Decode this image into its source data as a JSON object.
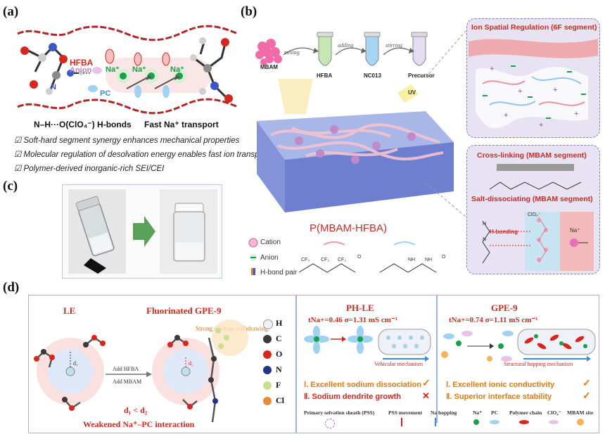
{
  "panels": {
    "a": {
      "label": "(a)",
      "labels": {
        "hfba": "HFBA",
        "anion": "Anion",
        "na1": "Na⁺",
        "na2": "Na⁺",
        "na3": "Na⁺",
        "pc": "PC",
        "n": "N",
        "hbond": "N–H···O(ClO₄⁻) H-bonds",
        "fast": "Fast Na⁺ transport"
      },
      "bullets": [
        "Soft-hard segment synergy enhances mechanical properties",
        "Molecular regulation of desolvation energy enables fast ion transport",
        "Polymer-derived inorganic-rich SEI/CEI"
      ],
      "check_glyph": "☑"
    },
    "b": {
      "label": "(b)",
      "steps": [
        {
          "name": "MBAM"
        },
        {
          "name": "HFBA"
        },
        {
          "name": "NC013"
        },
        {
          "name": "Precursor"
        }
      ],
      "arrows": [
        "mixing",
        "adding",
        "stirring"
      ],
      "uv": "UV",
      "product": "P(MBAM-HFBA)",
      "legend": [
        "Cation",
        "Anion",
        "H-bond pair"
      ],
      "formula": {
        "cf3": "CF₃",
        "cf2a": "CF₂",
        "cf2b": "CF₂",
        "o": "O",
        "nh": "NH",
        "nh2": "NH",
        "o2": "O"
      },
      "box1": {
        "title": "Ion Spatial Regulation (6F segment)"
      },
      "box2": {
        "title1": "Cross-linking (MBAM segment)",
        "title2": "Salt-dissociating (MBAM segment)",
        "clo4": "ClO₄⁻",
        "hbonding": "H-bonding",
        "na": "Na⁺",
        "h": "H",
        "n": "N"
      }
    },
    "c": {
      "label": "(c)"
    },
    "d": {
      "label": "(d)",
      "le": "LE",
      "gpe": "Fluorinated GPE-9",
      "strong": "Strong electron withdrawing",
      "add1": "Add HFBA",
      "add2": "Add MBAM",
      "d1": "d₁",
      "d2": "d₂",
      "cmp": "d₁ < d₂",
      "weak": "Weakened Na⁺–PC interaction",
      "atoms": [
        {
          "sym": "H",
          "color": "#f2f2f2"
        },
        {
          "sym": "C",
          "color": "#3a3a3a"
        },
        {
          "sym": "O",
          "color": "#d8261f"
        },
        {
          "sym": "N",
          "color": "#23328c"
        },
        {
          "sym": "F",
          "color": "#c8e08a"
        },
        {
          "sym": "Cl",
          "color": "#ea8a3a"
        }
      ],
      "phle": {
        "title": "PH-LE",
        "metric": "tNa+=0.46  σ=1.31 mS cm⁻¹",
        "mech": "Vehicular mechanism",
        "p1": "Ⅰ. Excellent sodium dissociation",
        "p2": "Ⅱ. Sodium dendrite growth",
        "check": "✓",
        "cross": "✕"
      },
      "gpe9": {
        "title": "GPE-9",
        "metric": "tNa+=0.74  σ=1.11 mS cm⁻¹",
        "mech": "Structural hopping mechanism",
        "p1": "Ⅰ. Excellent ionic conductivity",
        "p2": "Ⅱ. Superior interface stability",
        "check": "✓"
      },
      "legend": [
        "Primary solvation sheath (PSS)",
        "PSS movement",
        "Na hopping",
        "Na⁺",
        "PC",
        "Polymer chain",
        "ClO₄⁻",
        "MBAM site"
      ]
    }
  }
}
